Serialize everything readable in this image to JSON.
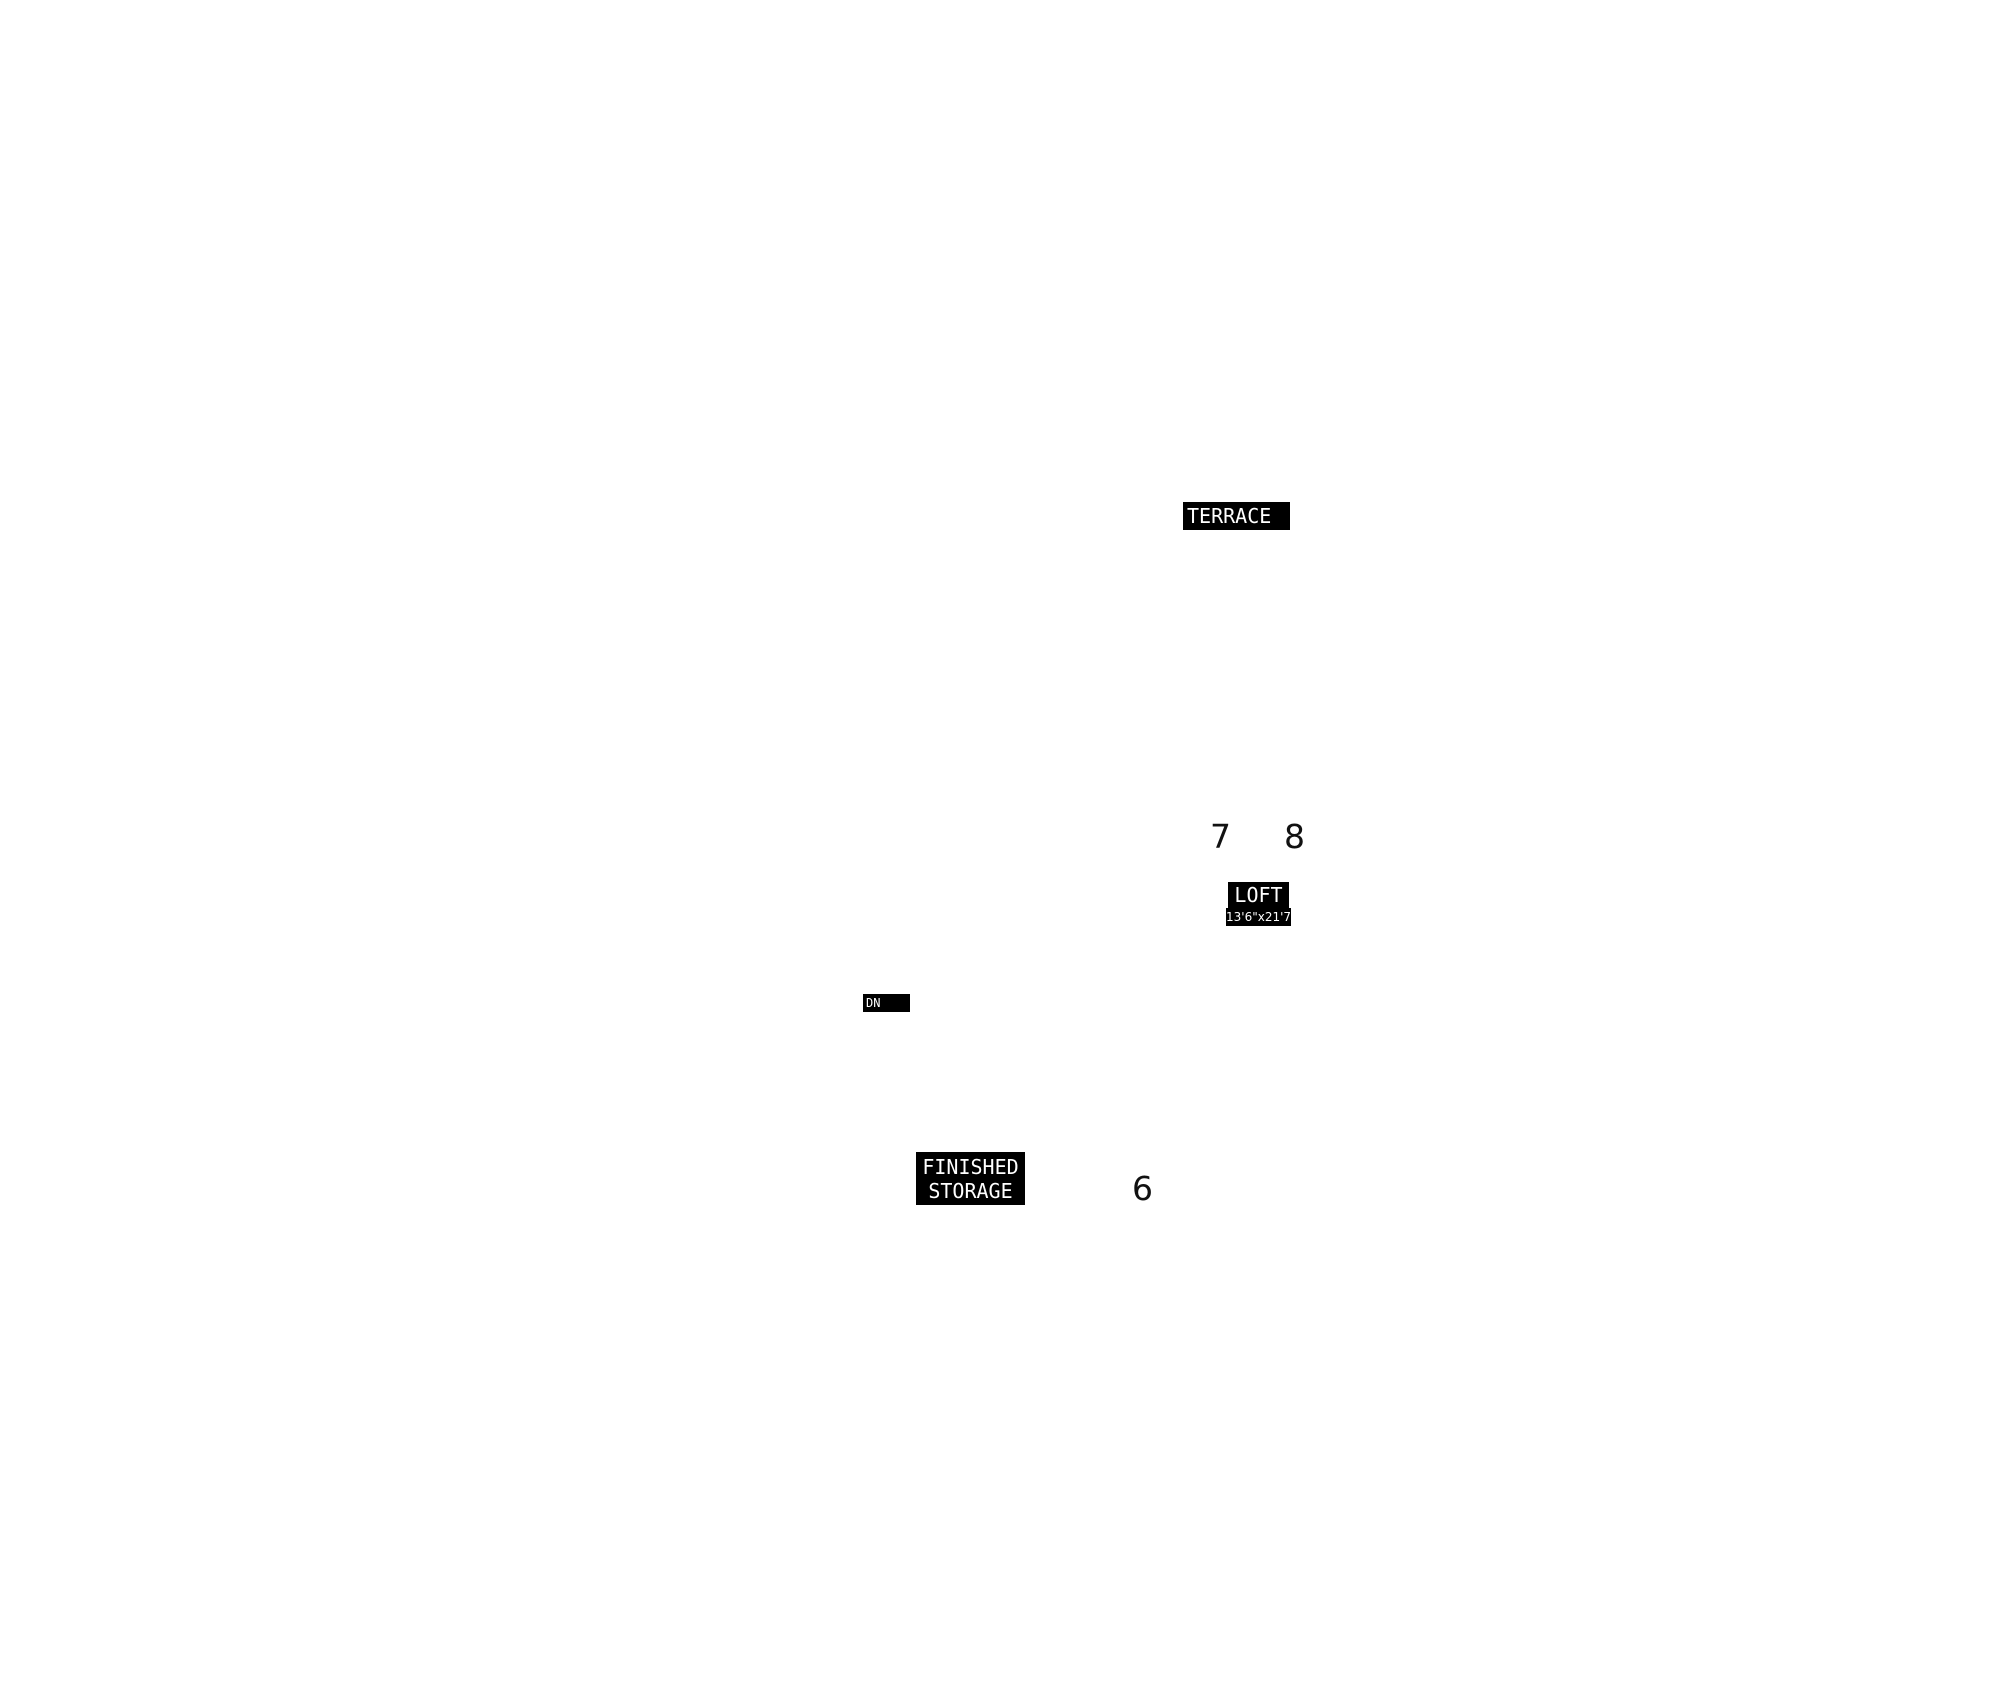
{
  "labels": {
    "terrace": "TERRACE",
    "loft": "LOFT",
    "loft_dimensions": "13'6\"x21'7\"",
    "dn": "DN",
    "storage_line1": "FINISHED",
    "storage_line2": "STORAGE"
  },
  "room_numbers": {
    "seven": "7",
    "eight": "8",
    "six": "6"
  },
  "colors": {
    "label_background": "#000000",
    "label_text": "#ffffff",
    "page_background": "#ffffff"
  }
}
